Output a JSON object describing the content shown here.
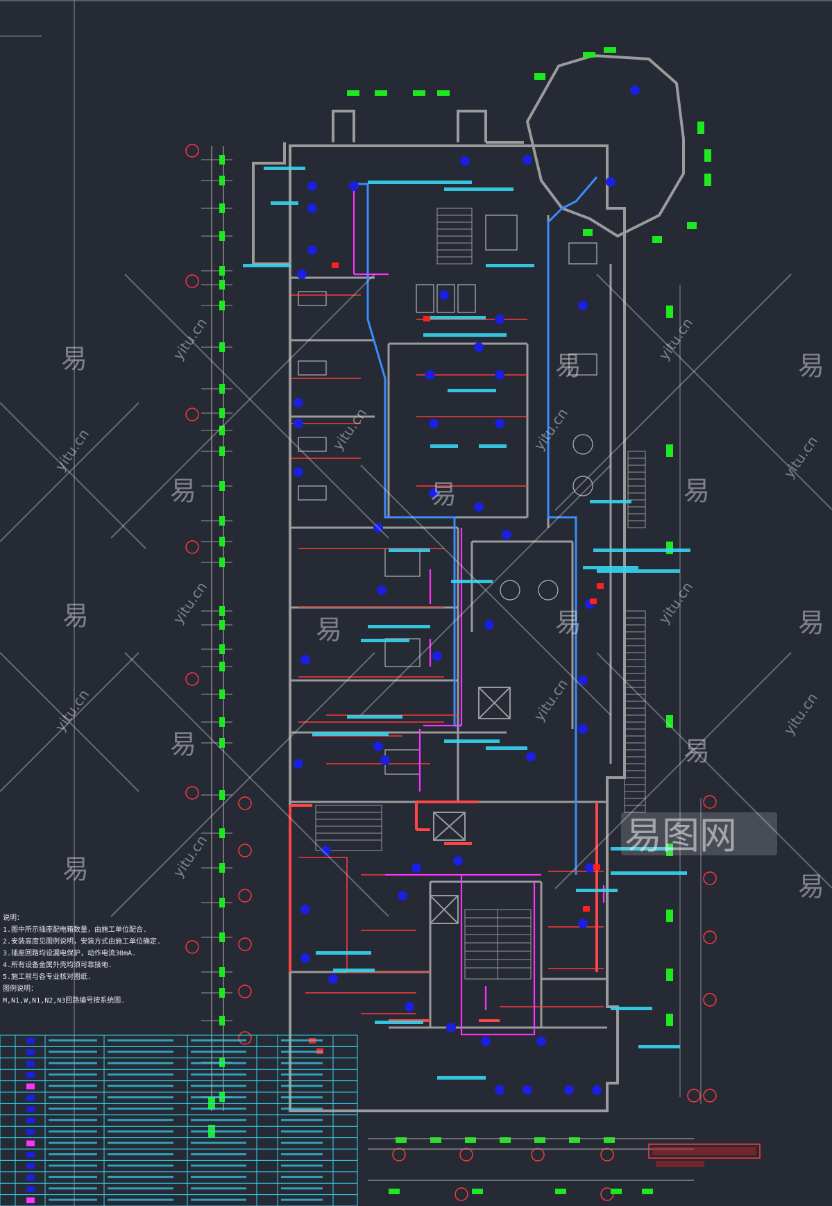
{
  "watermark": {
    "glyph": "易",
    "text": "yitu.cn",
    "logo": "易图网"
  },
  "notes": {
    "heading": "说明：",
    "lines": [
      "1.图中所示插座配电箱数量，由施工单位配合.",
      "2.安装高度见图例说明，安装方式由施工单位确定.",
      "3.插座回路均设漏电保护，动作电流30mA.",
      "4.所有设备金属外壳均须可靠接地.",
      "5.施工前与各专业核对图纸."
    ],
    "subheading": "图例说明：",
    "extra": "M,N1,W,N1,N2,N3回路编号按系统图."
  },
  "legend_table": {
    "rows": 15
  },
  "colors": {
    "background": "#252a35",
    "wall": "#9a9a9a",
    "cyan_label": "#35d6f0",
    "green_mark": "#1ee81e",
    "blue_device": "#1a1fe0",
    "red_circuit": "#ff3a3a",
    "magenta_circuit": "#ff33ff",
    "blue_route": "#3a8cff"
  }
}
